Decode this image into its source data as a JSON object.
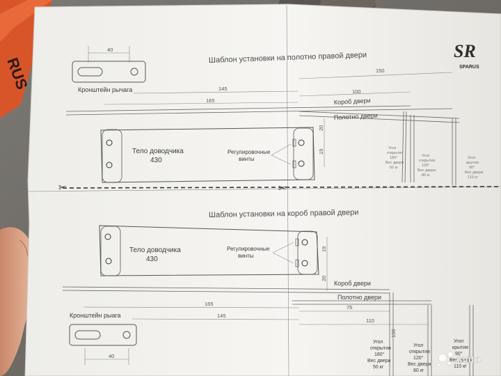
{
  "colors": {
    "paper": "#f4f3f0",
    "paper_shadow": "#d9d7d2",
    "background": "#8a847c",
    "orange_box": "#d8552a",
    "ink": "#3c3c3c",
    "hand": "#d9a184"
  },
  "logo": {
    "monogram": "SR",
    "brand": "SPARUS"
  },
  "orange_box_text": "RUS",
  "top_template": {
    "title": "Шаблон установки на полотно правой двери",
    "bracket_label": "Кронштейн рычага",
    "body_label": "Тело доводчика",
    "body_length": "430",
    "screws_label_1": "Регулировочные",
    "screws_label_2": "винты",
    "frame_label": "Короб двери",
    "door_label": "Полотно двери",
    "dims": {
      "d40": "40",
      "d145": "145",
      "d165": "165",
      "d150": "150",
      "d100": "100",
      "d20": "20",
      "d19": "19"
    },
    "angles": [
      {
        "l1": "Угол",
        "l2": "открытия",
        "l3": "180°",
        "l4": "Вес двери",
        "l5": "50 кг"
      },
      {
        "l1": "Угол",
        "l2": "открытия",
        "l3": "120°",
        "l4": "Вес двери",
        "l5": "80 кг"
      },
      {
        "l1": "Угол",
        "l2": "крытия",
        "l3": "90°",
        "l4": "Вес двери",
        "l5": "110 кг"
      }
    ]
  },
  "bottom_template": {
    "title": "Шаблон установки на короб правой двери",
    "bracket_label": "Кронштейн рыага",
    "body_label": "Тело доводчика",
    "body_length": "430",
    "screws_label_1": "Регулировочные",
    "screws_label_2": "винты",
    "frame_label": "Короб двери",
    "door_label": "Полотно двери",
    "dims": {
      "d40": "40",
      "d145": "145",
      "d165": "165",
      "d75": "75",
      "d110": "110",
      "d150": "150",
      "d20": "20",
      "d19": "19"
    },
    "angles": [
      {
        "l1": "Угол",
        "l2": "открытия",
        "l3": "180°",
        "l4": "Вес двери",
        "l5": "50 кг"
      },
      {
        "l1": "Угол",
        "l2": "открытия",
        "l3": "120°",
        "l4": "Вес двери",
        "l5": "80 кг"
      },
      {
        "l1": "Угол",
        "l2": "крытия",
        "l3": "90°",
        "l4": "Вес двери",
        "l5": "110 кг"
      }
    ]
  },
  "watermark": "Avito"
}
